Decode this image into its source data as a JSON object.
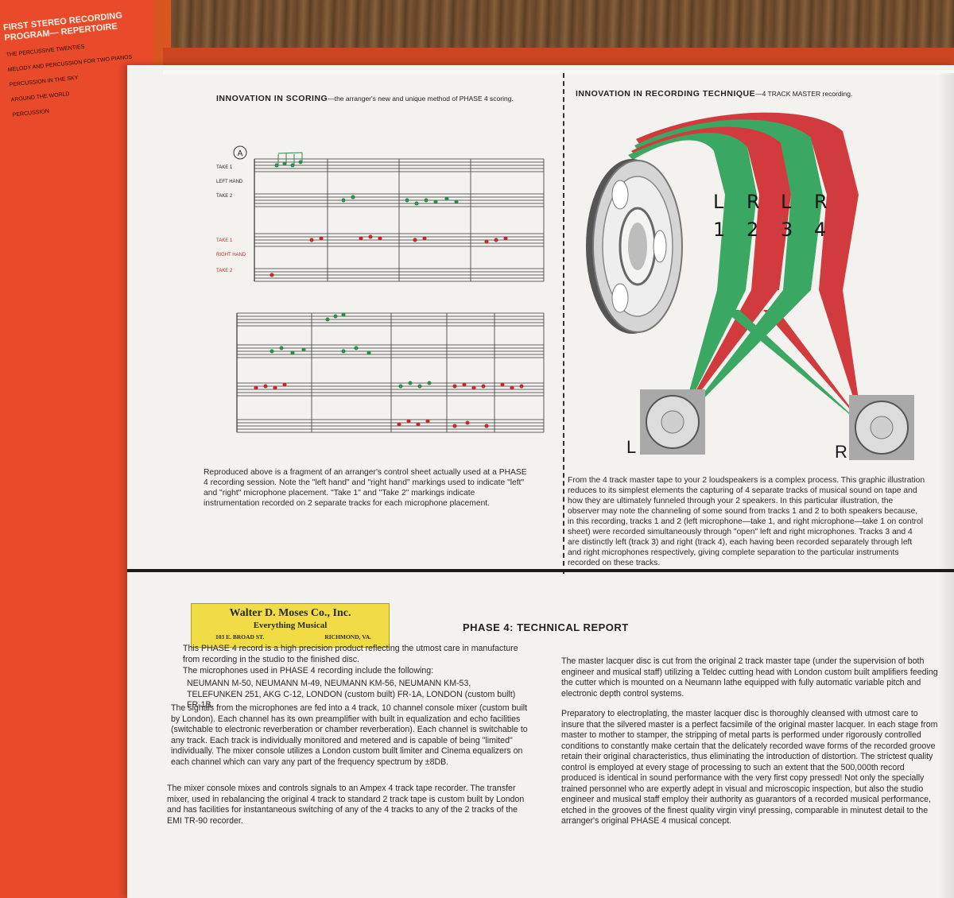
{
  "left_cover": {
    "title": "FIRST STEREO RECORDING PROGRAM— REPERTOIRE",
    "lines": [
      "THE PERCUSSIVE TWENTIES",
      "MELODY AND PERCUSSION FOR TWO PIANOS",
      "PERCUSSION IN THE SKY",
      "AROUND THE WORLD",
      "PERCUSSION"
    ]
  },
  "scoring": {
    "heading": "INNOVATION IN SCORING",
    "subheading": "—the arranger's new and unique method of PHASE 4 scoring.",
    "caption": "Reproduced above is a fragment of an arranger's control sheet actually used at a PHASE 4 recording session. Note the \"left hand\" and \"right hand\" markings used to indicate \"left\" and \"right\" microphone placement. \"Take 1\" and \"Take 2\" markings indicate instrumentation recorded on 2 separate tracks for each microphone placement."
  },
  "recording": {
    "heading": "INNOVATION IN RECORDING TECHNIQUE",
    "subheading": "—4 TRACK MASTER recording.",
    "tracks": [
      {
        "letter": "L",
        "number": "1",
        "color": "#3aa863"
      },
      {
        "letter": "R",
        "number": "2",
        "color": "#d23b3e"
      },
      {
        "letter": "L",
        "number": "3",
        "color": "#3aa863"
      },
      {
        "letter": "R",
        "number": "4",
        "color": "#d23b3e"
      }
    ],
    "speaker_left": "L",
    "speaker_right": "R",
    "caption": "From the 4 track master tape to your 2 loudspeakers is a complex process. This graphic illustration reduces to its simplest elements the capturing of 4 separate tracks of musical sound on tape and how they are ultimately funneled through your 2 speakers. In this particular illustration, the observer may note the channeling of some sound from tracks 1 and 2 to both speakers because, in this recording, tracks 1 and 2 (left microphone—take 1, and right microphone—take 1 on control sheet) were recorded simultaneously through \"open\" left and right microphones. Tracks 3 and 4 are distinctly left (track 3) and right (track 4), each having been recorded separately through left and right microphones respectively, giving complete separation to the particular instruments recorded on these tracks."
  },
  "stamp": {
    "line1": "Walter D. Moses Co., Inc.",
    "line2": "Everything Musical",
    "address": "103 E. BROAD ST.",
    "city": "RICHMOND, VA."
  },
  "report": {
    "title": "PHASE 4: TECHNICAL REPORT",
    "col1_p1": "This PHASE 4 record is a high precision product reflecting the utmost care in manufacture from recording in the studio to the finished disc.",
    "col1_p2": "The microphones used in PHASE 4 recording include the following:",
    "col1_mics": "NEUMANN M-50, NEUMANN M-49, NEUMANN KM-56, NEUMANN KM-53, TELEFUNKEN 251, AKG C-12, LONDON (custom built) FR-1A, LONDON (custom built) FR-1B.",
    "col1_p3": "The signals from the microphones are fed into a 4 track, 10 channel console mixer (custom built by London). Each channel has its own preamplifier with built in equalization and echo facilities (switchable to electronic reverberation or chamber reverberation). Each channel is switchable to any track. Each track is individually monitored and metered and is capable of being \"limited\" individually. The mixer console utilizes a London custom built limiter and Cinema equalizers on each channel which can vary any part of the frequency spectrum by ±8DB.",
    "col1_p4": "The mixer console mixes and controls signals to an Ampex 4 track tape recorder. The transfer mixer, used in rebalancing the original 4 track to standard 2 track tape is custom built by London and has facilities for instantaneous switching of any of the 4 tracks to any of the 2 tracks of the EMI TR-90 recorder.",
    "col2_p1": "The master lacquer disc is cut from the original 2 track master tape (under the supervision of both engineer and musical staff) utilizing a Teldec cutting head with London custom built amplifiers feeding the cutter which is mounted on a Neumann lathe equipped with fully automatic variable pitch and electronic depth control systems.",
    "col2_p2": "Preparatory to electroplating, the master lacquer disc is thoroughly cleansed with utmost care to insure that the silvered master is a perfect facsimile of the original master lacquer. In each stage from master to mother to stamper, the stripping of metal parts is performed under rigorously controlled conditions to constantly make certain that the delicately recorded wave forms of the recorded groove retain their original characteristics, thus eliminating the introduction of distortion. The strictest quality control is employed at every stage of processing to such an extent that the 500,000th record produced is identical in sound performance with the very first copy pressed! Not only the specially trained personnel who are expertly adept in visual and microscopic inspection, but also the studio engineer and musical staff employ their authority as guarantors of a recorded musical performance, etched in the grooves of the finest quality virgin vinyl pressing, comparable in minutest detail to the arranger's original PHASE 4 musical concept."
  },
  "score_labels": {
    "marker": "A",
    "take1": "TAKE 1",
    "take2": "TAKE 2",
    "left_hand": "LEFT HAND",
    "right_hand": "RIGHT HAND"
  }
}
